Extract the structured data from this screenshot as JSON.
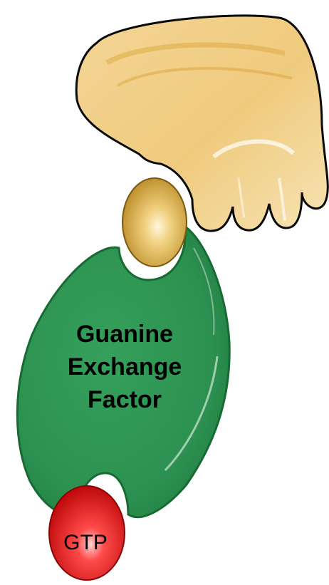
{
  "gef": {
    "label_lines": [
      "Guanine",
      "Exchange",
      "Factor"
    ]
  },
  "gtp": {
    "label": "GTP"
  },
  "colors": {
    "gef_fill": "#2c9150",
    "gef_edge": "#186a34",
    "receptor_fill": "#f0cf86",
    "receptor_edge": "#0a0a0a",
    "adapter_fill": "#d8ab3d",
    "gtp_fill": "#e41a1a"
  }
}
